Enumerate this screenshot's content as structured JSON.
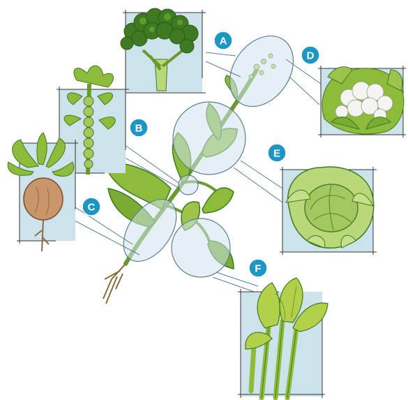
{
  "diagram": {
    "colors": {
      "badge": "#1e96c4",
      "badge_text": "#ffffff",
      "callout_fill": "#cde3ec",
      "callout_stroke": "#5c7f8c",
      "leaf": "#8dbb3a",
      "leaf_dark": "#3f7a22",
      "stem": "#6a9a2c",
      "root": "#8a6a3a",
      "turnip": "#c9956b"
    },
    "stem_plant": {
      "icon": "wild-cabbage-plant"
    },
    "parts": [
      {
        "id": "A",
        "label": "A",
        "icon": "broccoli-icon"
      },
      {
        "id": "B",
        "label": "B",
        "icon": "brussels-sprouts-icon"
      },
      {
        "id": "C",
        "label": "C",
        "icon": "kohlrabi-icon"
      },
      {
        "id": "D",
        "label": "D",
        "icon": "cauliflower-icon"
      },
      {
        "id": "E",
        "label": "E",
        "icon": "cabbage-icon"
      },
      {
        "id": "F",
        "label": "F",
        "icon": "kale-icon"
      }
    ]
  }
}
